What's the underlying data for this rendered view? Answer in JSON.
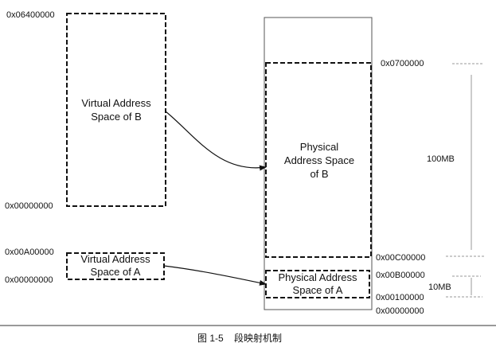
{
  "virtual_b": {
    "label_lines": [
      "Virtual Address",
      "Space of B"
    ],
    "top_address": "0x06400000",
    "bottom_address": "0x00000000"
  },
  "virtual_a": {
    "label_lines": [
      "Virtual Address",
      "Space of A"
    ],
    "top_address": "0x00A00000",
    "bottom_address": "0x00000000"
  },
  "physical_b": {
    "label_lines": [
      "Physical",
      "Address Space",
      "of B"
    ]
  },
  "physical_a": {
    "label_lines": [
      "Physical Address",
      "Space of A"
    ]
  },
  "physical_memory": {
    "addresses": [
      "0x0700000",
      "0x00C00000",
      "0x00B00000",
      "0x00100000",
      "0x00000000"
    ]
  },
  "sizes": {
    "b_size": "100MB",
    "a_size": "10MB"
  },
  "caption": {
    "figure_number": "图 1-5",
    "title": "段映射机制"
  }
}
